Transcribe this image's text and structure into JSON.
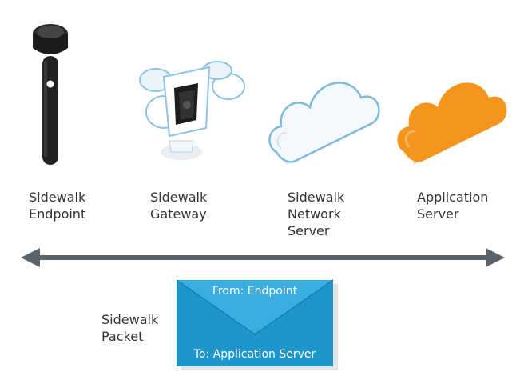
{
  "nodes": [
    {
      "label": "Sidewalk\nEndpoint",
      "icon": "device-icon"
    },
    {
      "label": "Sidewalk\nGateway",
      "icon": "gateway-icon"
    },
    {
      "label": "Sidewalk\nNetwork\nServer",
      "icon": "cloud-icon"
    },
    {
      "label": "Application\nServer",
      "icon": "cloud-icon"
    }
  ],
  "arrow": {
    "direction": "bidirectional"
  },
  "packet": {
    "label": "Sidewalk\nPacket",
    "from": "From: Endpoint",
    "to": "To: Application Server"
  },
  "colors": {
    "endpoint": "#222222",
    "network_cloud": "#eef6fb",
    "network_cloud_outline": "#7fb9dc",
    "app_cloud": "#f3941c",
    "arrow": "#5a636c",
    "envelope": "#1e96cc",
    "envelope_flap": "#3aaee0"
  }
}
